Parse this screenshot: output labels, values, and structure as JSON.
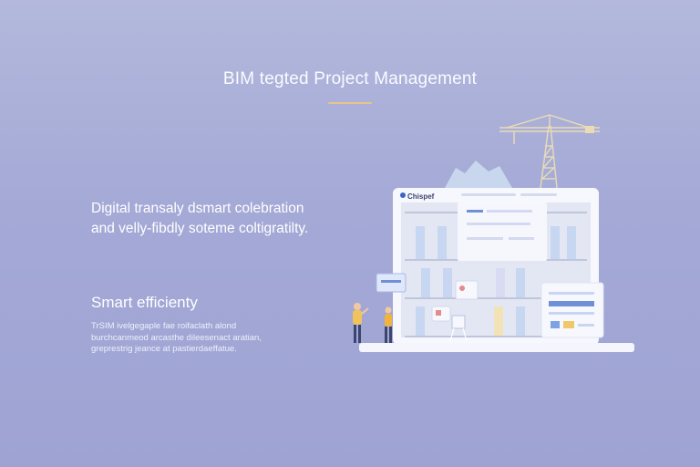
{
  "hero": {
    "title": "BIM tegted Project Management"
  },
  "tagline": {
    "line1": "Digital transaly dsmart colebration",
    "line2": "and velly-fibdly soteme coltigratilty."
  },
  "feature": {
    "heading": "Smart efficienty",
    "body_line1": "TrSIM ivelgegaple fae roifaclath alond",
    "body_line2": "burchcanmeod arcasthe dileesenact aratian,",
    "body_line3": "greprestrig jeance at pastierdaeffatue."
  },
  "illustration": {
    "app_label": "Chispef"
  },
  "colors": {
    "background_top": "#b3b8dc",
    "background_bottom": "#9ea3d4",
    "accent_gold": "#e7c48a",
    "crane": "#e9dcb5",
    "screen_blue": "#6f8fd6"
  }
}
